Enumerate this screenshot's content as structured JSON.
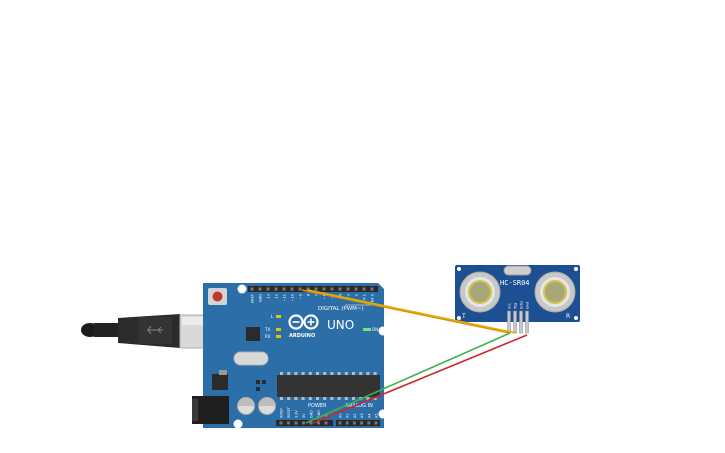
{
  "arduino": {
    "logo_text": "UNO",
    "brand_text": "ARDUINO",
    "digital_label": "DIGITAL (PWM~)",
    "power_label": "POWER",
    "analog_label": "ANALOG IN",
    "on_label": "ON",
    "tx_label": "TX",
    "rx_label": "RX",
    "l_label": "L",
    "top_pin_labels": [
      "AREF",
      "GND",
      "13",
      "12",
      "~11",
      "~10",
      "~9",
      "8",
      "7",
      "~6",
      "~5",
      "4",
      "~3",
      "2",
      "TX 1",
      "RX 0"
    ],
    "bottom_pin_labels": [
      "IOREF",
      "RESET",
      "3.3V",
      "5V",
      "GND",
      "GND",
      "Vin",
      "A0",
      "A1",
      "A2",
      "A3",
      "A4",
      "A5"
    ]
  },
  "sensor": {
    "model_text": "HC-SR04",
    "left_mark": "T",
    "right_mark": "R",
    "pin_labels": [
      "Vcc",
      "Trig",
      "Echo",
      "Gnd"
    ]
  },
  "wire_colors": {
    "orange": "#e8890c",
    "yellow": "#d9b300",
    "green": "#3bb24a",
    "red": "#d0242b"
  },
  "colors": {
    "board": "#2c6fa8",
    "board_dark": "#245d8f",
    "sensor_board": "#1d4f93",
    "header": "#2a2a2a"
  }
}
